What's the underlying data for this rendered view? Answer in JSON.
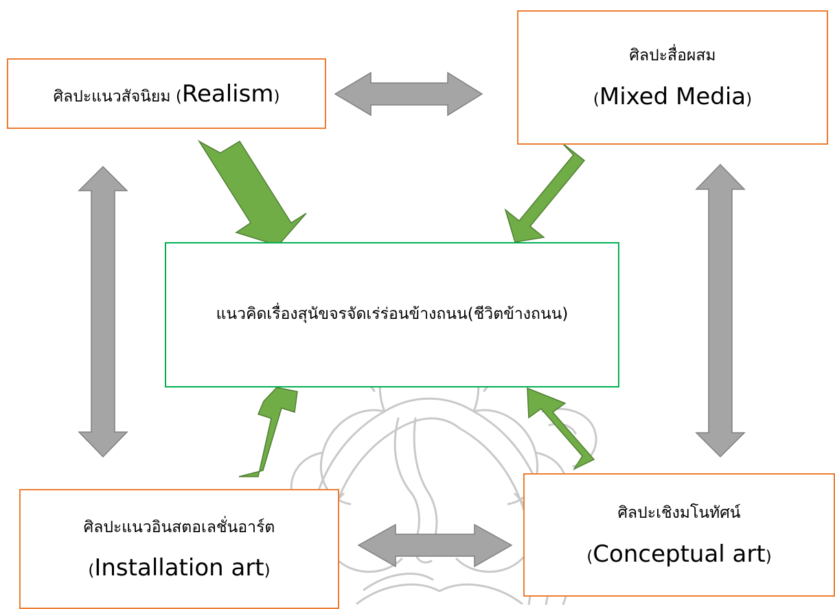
{
  "colors": {
    "box_border": "#ed7d31",
    "center_border": "#00b050",
    "green_arrow": "#70ad47",
    "green_arrow_stroke": "#507e32",
    "gray_arrow": "#a5a5a5",
    "gray_arrow_stroke": "#7f7f7f",
    "watermark": "#c9c9c9"
  },
  "boxes": {
    "realism": {
      "thai": "ศิลปะแนวสัจนิยม (",
      "english": "Realism",
      "close": ")"
    },
    "mixed_media": {
      "thai": "ศิลปะสื่อผสม",
      "open": "(",
      "english": "Mixed Media",
      "close": ")"
    },
    "center": {
      "text": "แนวคิดเรื่องสุนัขจรจัดเร่ร่อนข้างถนน(ชีวิตข้างถนน)"
    },
    "installation": {
      "thai": "ศิลปะแนวอินสตอเลชั่นอาร์ต",
      "open": "(",
      "english": "Installation art",
      "close": ")"
    },
    "conceptual": {
      "thai": "ศิลปะเชิงมโนทัศน์",
      "open": "(",
      "english": "Conceptual art",
      "close": ")"
    }
  },
  "icons": {
    "watermark": "elephant-emblem-watermark",
    "green_arrow": "green-block-arrow",
    "gray_arrow": "gray-double-arrow"
  }
}
